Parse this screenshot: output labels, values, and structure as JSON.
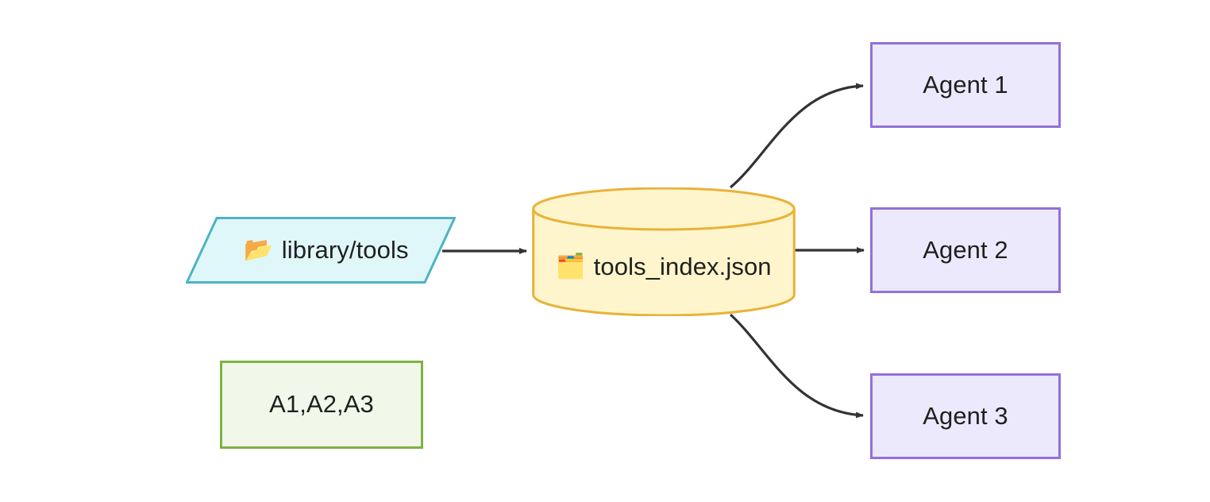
{
  "diagram": {
    "type": "flowchart",
    "direction": "left-to-right",
    "background": "#ffffff",
    "nodes": [
      {
        "id": "library-tools",
        "label": "library/tools",
        "icon": "open-file-folder-emoji",
        "icon_glyph": "📂",
        "shape": "parallelogram",
        "fill": "#e0f7fa",
        "stroke": "#4eb3c4"
      },
      {
        "id": "tools-index",
        "label": "tools_index.json",
        "icon": "card-index-dividers-emoji",
        "icon_glyph": "🗂️",
        "shape": "cylinder",
        "fill": "#fff5cc",
        "stroke": "#e8b339"
      },
      {
        "id": "agent-1",
        "label": "Agent 1",
        "shape": "rectangle",
        "fill": "#ece9fc",
        "stroke": "#9370db"
      },
      {
        "id": "agent-2",
        "label": "Agent 2",
        "shape": "rectangle",
        "fill": "#ece9fc",
        "stroke": "#9370db"
      },
      {
        "id": "agent-3",
        "label": "Agent 3",
        "shape": "rectangle",
        "fill": "#ece9fc",
        "stroke": "#9370db"
      },
      {
        "id": "a1a2a3",
        "label": "A1,A2,A3",
        "shape": "rectangle",
        "fill": "#f1f8e9",
        "stroke": "#7cb342"
      }
    ],
    "edges": [
      {
        "id": "library-tools-to-tools-index",
        "from": "library-tools",
        "to": "tools-index",
        "style": "straight-arrow",
        "label": ""
      },
      {
        "id": "tools-index-to-agent-1",
        "from": "tools-index",
        "to": "agent-1",
        "style": "curved-arrow",
        "label": ""
      },
      {
        "id": "tools-index-to-agent-2",
        "from": "tools-index",
        "to": "agent-2",
        "style": "straight-arrow",
        "label": ""
      },
      {
        "id": "tools-index-to-agent-3",
        "from": "tools-index",
        "to": "agent-3",
        "style": "curved-arrow",
        "label": ""
      }
    ],
    "edge_color": "#333333"
  }
}
